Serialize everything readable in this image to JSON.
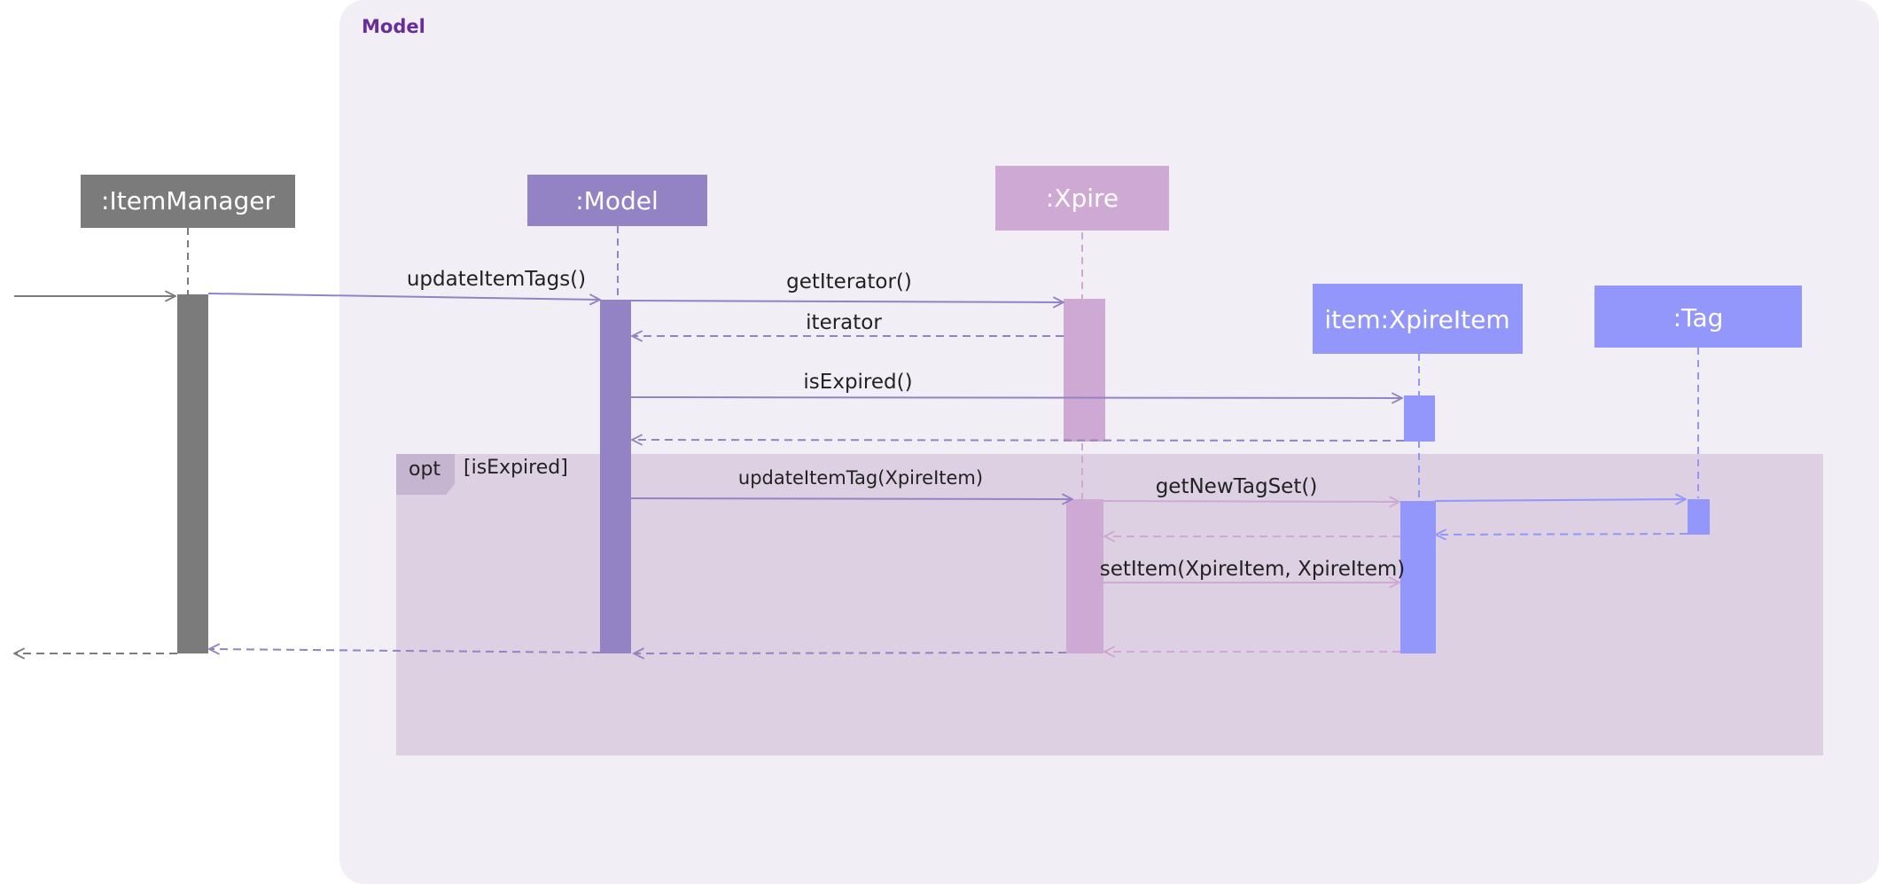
{
  "frame": {
    "title": "Model"
  },
  "participants": [
    {
      "id": "itemmanager",
      "label": ":ItemManager",
      "color": "#7b7b7b"
    },
    {
      "id": "model",
      "label": ":Model",
      "color": "#9483c4"
    },
    {
      "id": "xpire",
      "label": ":Xpire",
      "color": "#cda9d4"
    },
    {
      "id": "xpireitem",
      "label": "item:XpireItem",
      "color": "#9396fb"
    },
    {
      "id": "tag",
      "label": ":Tag",
      "color": "#9396fb"
    }
  ],
  "fragment": {
    "operator": "opt",
    "guard": "[isExpired]"
  },
  "messages": [
    {
      "id": "m-updateitemtags",
      "label": "updateItemTags()",
      "type": "call"
    },
    {
      "id": "m-getiterator",
      "label": "getIterator()",
      "type": "call"
    },
    {
      "id": "m-iterator",
      "label": "iterator",
      "type": "return"
    },
    {
      "id": "m-isexpired",
      "label": "isExpired()",
      "type": "call"
    },
    {
      "id": "m-isexpired-return",
      "label": "",
      "type": "return"
    },
    {
      "id": "m-updateitemtag",
      "label": "updateItemTag(XpireItem)",
      "type": "call"
    },
    {
      "id": "m-getnewtagset",
      "label": "getNewTagSet()",
      "type": "call"
    },
    {
      "id": "m-tag-call",
      "label": "",
      "type": "call"
    },
    {
      "id": "m-tag-return",
      "label": "",
      "type": "return"
    },
    {
      "id": "m-getnewtagset-return",
      "label": "",
      "type": "return"
    },
    {
      "id": "m-setitem",
      "label": "setItem(XpireItem, XpireItem)",
      "type": "call"
    },
    {
      "id": "m-setitem-return",
      "label": "",
      "type": "return"
    },
    {
      "id": "m-updateitemtag-return",
      "label": "",
      "type": "return"
    },
    {
      "id": "m-updateitemtags-return",
      "label": "",
      "type": "return"
    },
    {
      "id": "m-outer-return",
      "label": "",
      "type": "return"
    }
  ],
  "colors": {
    "frame_bg": "#f1eff5",
    "frame_title": "#6a2c99",
    "fragment_bg": "#ddd0e2",
    "fragment_tab": "#c5b5d0",
    "itemmanager": "#7b7b7b",
    "model": "#9483c4",
    "xpire": "#cda9d4",
    "item": "#9396fb"
  }
}
